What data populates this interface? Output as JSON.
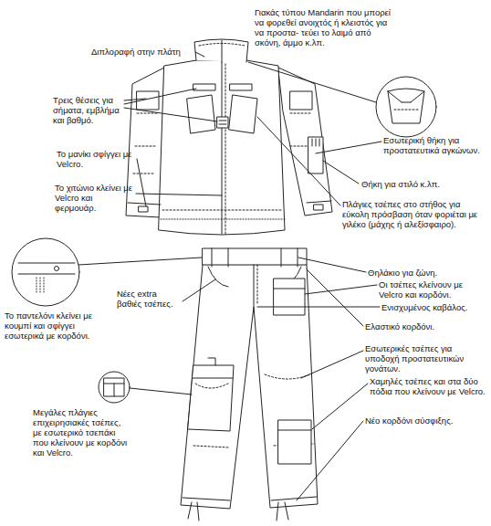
{
  "diagram": {
    "labels": [
      "Γιακάς τύπου Mandarin που μπορεί να φορεθεί ανοιχτός ή κλειστός για να προστα- τεύει το λαιμό από σκόνη, άμμο κ.λπ.",
      "Διπλοραφή στην πλάτη",
      "Τρεις θέσεις για σήματα, εμβλήμα και βαθμό.",
      "Το μανίκι σφίγγει με Velcro.",
      "Το χιτώνιο κλείνει με Velcro και φερμουάρ.",
      "Εσωτερική θήκη για προστατευτικά αγκώνων.",
      "Θήκη για στιλό κ.λπ.",
      "Πλάγιες τσέπες στο στήθος για εύκολη πρόσβαση όταν φοριέται με γιλέκο (μάχης ή αλεξίσφαιρο).",
      "Θηλάκιο για ζώνη.",
      "Οι τσέπες κλείνουν με Velcro και κορδόνι.",
      "Ενισχυμένος καβάλος.",
      "Ελαστικό κορδόνι.",
      "Το παντελόνι κλείνει με κουμπί και σφίγγει εσωτερικά με κορδόνι.",
      "Νέες extra βαθιές τσέπες.",
      "Εσωτερικές τσέπες για υποδοχή προστατευτικών γονάτων.",
      "Χαμηλές τσέπες και στα δύο πόδια που κλείνουν με Velcro.",
      "Μεγάλες πλάγιες επιχειρησιακές τσέπες, με εσωτερικό τσεπάκι που κλείνουν με κορδόνι και Velcro.",
      "Νέο κορδόνι σύσφιξης."
    ]
  }
}
